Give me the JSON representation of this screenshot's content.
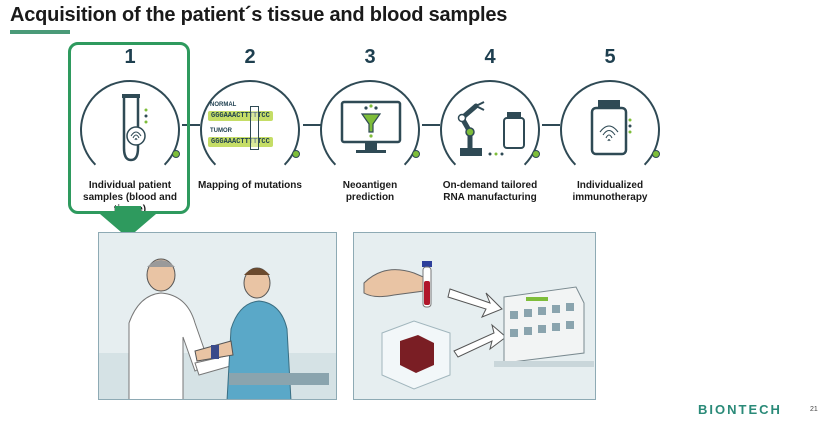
{
  "title": "Acquisition of the patient´s tissue and blood samples",
  "steps": [
    {
      "num": "1",
      "label": "Individual patient samples (blood and tissue)",
      "icon": "test-tube-fingerprint-icon"
    },
    {
      "num": "2",
      "label": "Mapping of mutations",
      "icon": "dna-sequence-icon"
    },
    {
      "num": "3",
      "label": "Neoantigen prediction",
      "icon": "computer-filter-icon"
    },
    {
      "num": "4",
      "label": "On-demand tailored RNA manufacturing",
      "icon": "robot-arm-icon"
    },
    {
      "num": "5",
      "label": "Individualized immunotherapy",
      "icon": "vial-fingerprint-icon"
    }
  ],
  "mutation": {
    "normal_label": "NORMAL",
    "normal_seq": "GGGAAACTTTTTCC",
    "tumor_label": "TUMOR",
    "tumor_seq": "GGGAAACTTTTTCC"
  },
  "colors": {
    "accent_green": "#2e9a5e",
    "lime": "#7ebd3a",
    "navy": "#1e3f4f",
    "logo": "#2a8a78"
  },
  "footer": {
    "logo": "BIONTECH",
    "page": "21"
  }
}
